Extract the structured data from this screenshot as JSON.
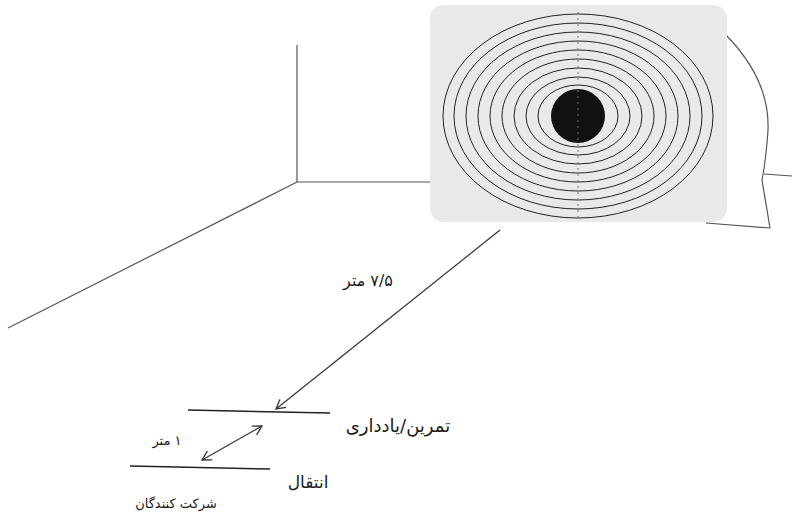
{
  "diagram": {
    "labels": [
      "۷/۵ متر",
      "تمرین/یادداری",
      "۱ متر",
      "انتقال",
      "شرکت کنندگان"
    ]
  }
}
